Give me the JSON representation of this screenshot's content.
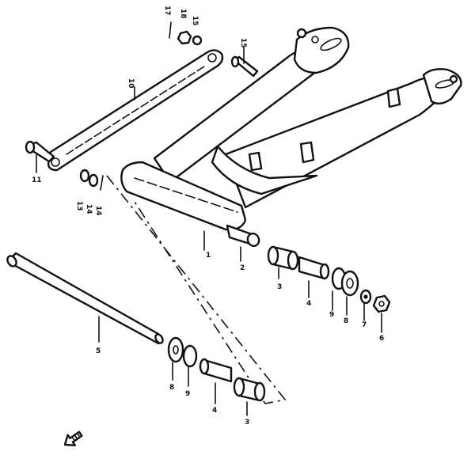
{
  "callouts": {
    "c1": "1",
    "c2": "2",
    "c3a": "3",
    "c3b": "3",
    "c4a": "4",
    "c4b": "4",
    "c5": "5",
    "c6": "6",
    "c7": "7",
    "c8a": "8",
    "c8b": "8",
    "c9a": "9",
    "c9b": "9",
    "c10": "10",
    "c11": "11",
    "c13": "13",
    "c14a": "14",
    "c14b": "14",
    "c15a": "15",
    "c15b": "15",
    "c17": "17",
    "c18": "18"
  },
  "direction_arrow": {
    "icon": "front-direction-arrow-icon"
  },
  "colors": {
    "ink": "#111111",
    "paper": "#ffffff"
  }
}
